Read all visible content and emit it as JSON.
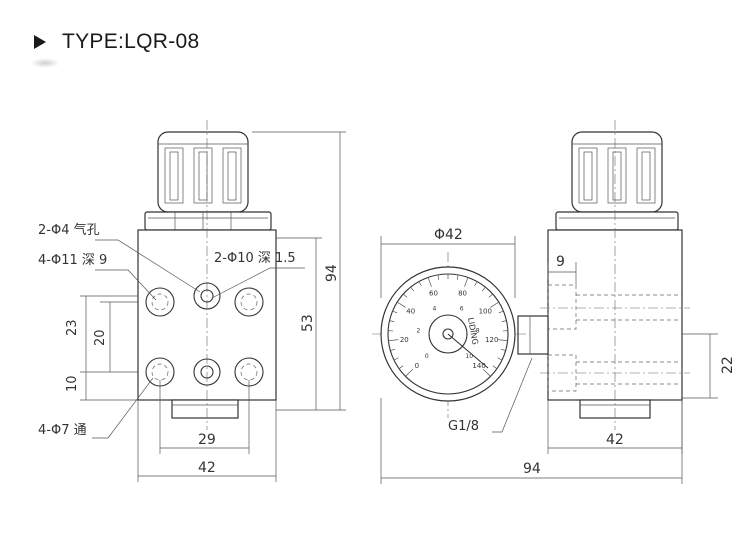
{
  "header": {
    "title": "TYPE:LQR-08"
  },
  "labels": {
    "air_hole": "2-Φ4 气孔",
    "holes_11": "4-Φ11 深 9",
    "holes_10": "2-Φ10 深 1.5",
    "holes_7": "4-Φ7 通",
    "port": "G1/8"
  },
  "dims": {
    "front_d23": "23",
    "front_d20": "20",
    "front_d10": "10",
    "front_d29": "29",
    "front_d42": "42",
    "front_d53": "53",
    "front_d94": "94",
    "gauge_d42": "Φ42",
    "side_d9": "9",
    "side_d22": "22",
    "side_d42": "42",
    "side_d94": "94"
  },
  "gauge": {
    "outer_scale": [
      "0",
      "20",
      "40",
      "60",
      "80",
      "100",
      "120",
      "140"
    ],
    "inner_scale": [
      "0",
      "2",
      "4",
      "6",
      "8",
      "10"
    ],
    "brand": "LIDING"
  }
}
